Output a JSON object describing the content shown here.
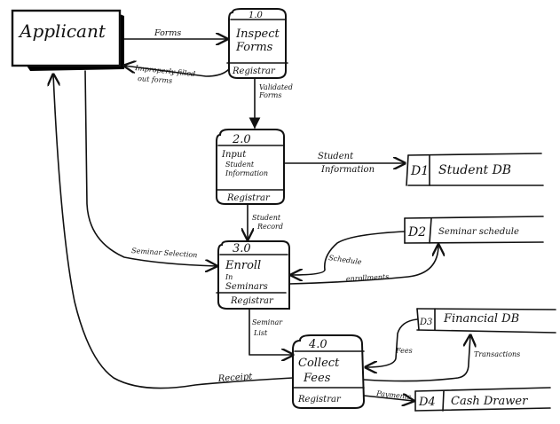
{
  "diagram": {
    "type": "data-flow-diagram",
    "style": "hand-drawn",
    "colors": {
      "ink": "#111111",
      "background": "#ffffff"
    },
    "external_entities": [
      {
        "id": "applicant",
        "label": "Applicant"
      }
    ],
    "processes": [
      {
        "id": "p1",
        "number": "1.0",
        "name_lines": [
          "Inspect",
          "Forms"
        ],
        "actor": "Registrar"
      },
      {
        "id": "p2",
        "number": "2.0",
        "name_lines": [
          "Input",
          "Student",
          "Information"
        ],
        "actor": "Registrar"
      },
      {
        "id": "p3",
        "number": "3.0",
        "name_lines": [
          "Enroll",
          "In",
          "Seminars"
        ],
        "actor": "Registrar"
      },
      {
        "id": "p4",
        "number": "4.0",
        "name_lines": [
          "Collect",
          "Fees"
        ],
        "actor": "Registrar"
      }
    ],
    "data_stores": [
      {
        "id": "d1",
        "code": "D1",
        "name": "Student DB"
      },
      {
        "id": "d2",
        "code": "D2",
        "name": "Seminar schedule"
      },
      {
        "id": "d3",
        "code": "D3",
        "name": "Financial DB"
      },
      {
        "id": "d4",
        "code": "D4",
        "name": "Cash Drawer"
      }
    ],
    "flows": [
      {
        "from": "applicant",
        "to": "p1",
        "label_lines": [
          "Forms"
        ]
      },
      {
        "from": "p1",
        "to": "applicant",
        "label_lines": [
          "Improperly filled",
          "out forms"
        ]
      },
      {
        "from": "p1",
        "to": "p2",
        "label_lines": [
          "Validated",
          "Forms"
        ]
      },
      {
        "from": "p2",
        "to": "d1",
        "label_lines": [
          "Student",
          "Information"
        ]
      },
      {
        "from": "p2",
        "to": "p3",
        "label_lines": [
          "Student",
          "Record"
        ]
      },
      {
        "from": "applicant",
        "to": "p3",
        "label_lines": [
          "Seminar Selection"
        ]
      },
      {
        "from": "d2",
        "to": "p3",
        "label_lines": [
          "Schedule"
        ]
      },
      {
        "from": "p3",
        "to": "d2",
        "label_lines": [
          "enrollments"
        ]
      },
      {
        "from": "p3",
        "to": "p4",
        "label_lines": [
          "Seminar",
          "List"
        ]
      },
      {
        "from": "d3",
        "to": "p4",
        "label_lines": [
          "Fees"
        ]
      },
      {
        "from": "p4",
        "to": "d3",
        "label_lines": [
          "Transactions"
        ]
      },
      {
        "from": "p4",
        "to": "applicant",
        "label_lines": [
          "Receipt"
        ]
      },
      {
        "from": "p4",
        "to": "d4",
        "label_lines": [
          "Payments"
        ]
      }
    ]
  }
}
